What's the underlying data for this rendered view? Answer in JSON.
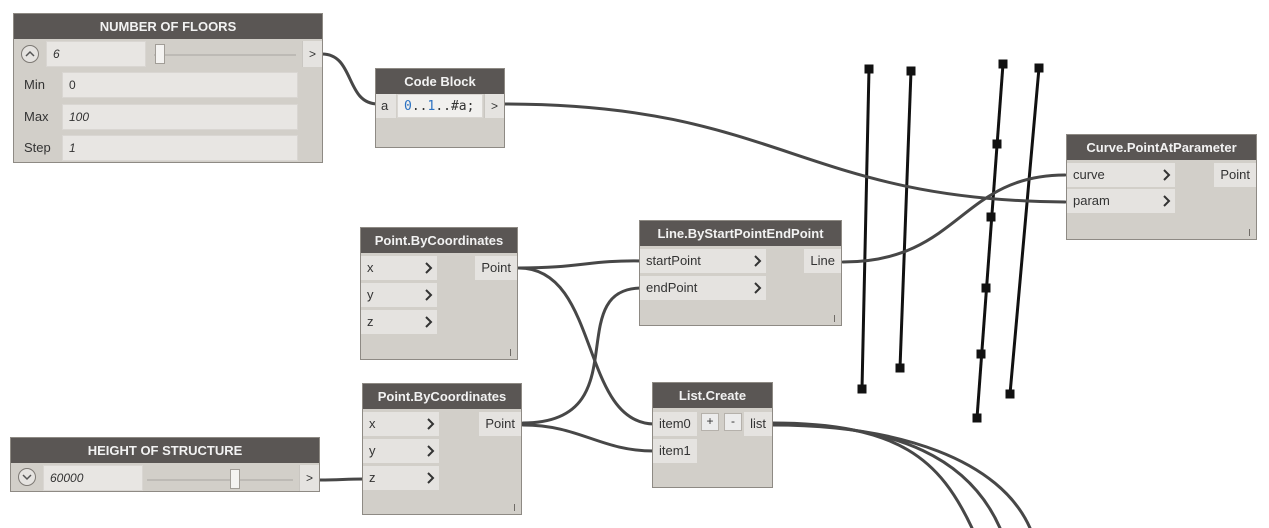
{
  "nodes": {
    "floors": {
      "title": "NUMBER OF FLOORS",
      "value": "6",
      "min_label": "Min",
      "min": "0",
      "max_label": "Max",
      "max": "100",
      "step_label": "Step",
      "step": "1",
      "output": ">",
      "slider_fraction": 0.06
    },
    "code_block": {
      "title": "Code Block",
      "input": "a",
      "code_num1": "0",
      "code_op1": "..",
      "code_num2": "1",
      "code_op2": "..#a;",
      "output": ">"
    },
    "point1": {
      "title": "Point.ByCoordinates",
      "inputs": [
        "x",
        "y",
        "z"
      ],
      "output": "Point"
    },
    "point2": {
      "title": "Point.ByCoordinates",
      "inputs": [
        "x",
        "y",
        "z"
      ],
      "output": "Point"
    },
    "line": {
      "title": "Line.ByStartPointEndPoint",
      "inputs": [
        "startPoint",
        "endPoint"
      ],
      "output": "Line"
    },
    "list_create": {
      "title": "List.Create",
      "inputs": [
        "item0",
        "item1"
      ],
      "add": "+",
      "remove": "-",
      "output": "list"
    },
    "curve_pt": {
      "title": "Curve.PointAtParameter",
      "inputs": [
        "curve",
        "param"
      ],
      "output": "Point"
    },
    "height": {
      "title": "HEIGHT OF STRUCTURE",
      "value": "60000",
      "output": ">",
      "slider_fraction": 0.6
    }
  },
  "colors": {
    "title_bar": "#5a5654",
    "node_body": "#d2cfc9",
    "port_bg": "#e5e3e0",
    "wire": "#474747",
    "code_number": "#2a71c2"
  },
  "icons": [
    "chevron-right-icon",
    "chevron-up-icon",
    "chevron-down-icon"
  ]
}
